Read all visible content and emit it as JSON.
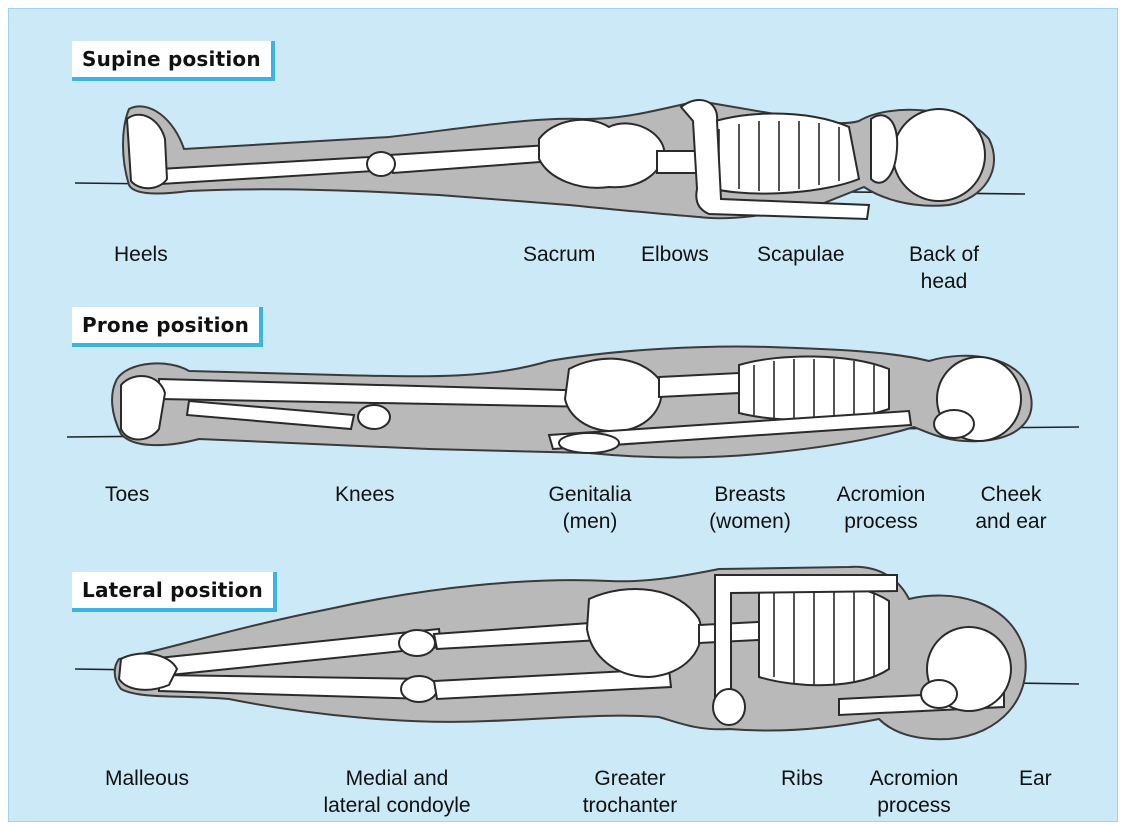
{
  "sections": [
    {
      "title": "Supine position",
      "labels": [
        "Heels",
        "Sacrum",
        "Elbows",
        "Scapulae",
        "Back of",
        "head"
      ]
    },
    {
      "title": "Prone position",
      "labels": [
        "Toes",
        "Knees",
        "Genitalia",
        "(men)",
        "Breasts",
        "(women)",
        "Acromion",
        "process",
        "Cheek",
        "and ear"
      ]
    },
    {
      "title": "Lateral position",
      "labels": [
        "Malleous",
        "Medial and",
        "lateral condoyle",
        "Greater",
        "trochanter",
        "Ribs",
        "Acromion",
        "process",
        "Ear"
      ]
    }
  ],
  "colors": {
    "background": "#cbe9f7",
    "body": "#b9b9b9",
    "bone": "#ffffff",
    "accent": "#3ab4e6"
  }
}
